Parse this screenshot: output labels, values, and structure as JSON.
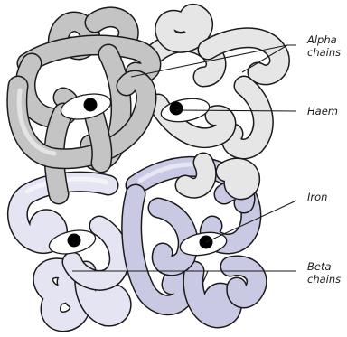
{
  "labels": {
    "alpha_line1": "Alpha",
    "alpha_line2": "chains",
    "haem": "Haem",
    "iron": "Iron",
    "beta_line1": "Beta",
    "beta_line2": "chains"
  },
  "colors": {
    "alpha_dark": "#c4c4c4",
    "alpha_light": "#e6e6e6",
    "beta_dark": "#c9c9e4",
    "beta_light": "#e4e4f2",
    "outline": "#1a1a1a",
    "haem_disc": "#ffffff",
    "iron": "#000000"
  }
}
